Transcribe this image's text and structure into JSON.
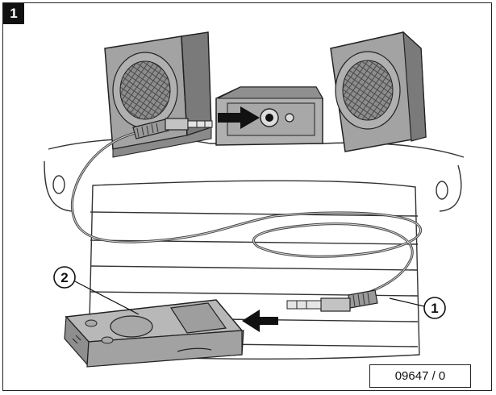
{
  "figure": {
    "number": "1",
    "reference": "09647 / 0"
  },
  "callouts": [
    {
      "label": "1"
    },
    {
      "label": "2"
    }
  ],
  "colors": {
    "speaker": "#9a9a9a",
    "speaker_dark": "#6f6f6f",
    "device": "#b9b9b9",
    "cable": "#555555",
    "outline": "#222222",
    "arrow": "#111111"
  },
  "icons": {
    "left_speaker": "speaker-icon",
    "right_speaker": "speaker-icon",
    "audio_socket": "aux-socket-icon",
    "audio_cable": "audio-cable-icon",
    "media_player": "media-player-icon"
  }
}
